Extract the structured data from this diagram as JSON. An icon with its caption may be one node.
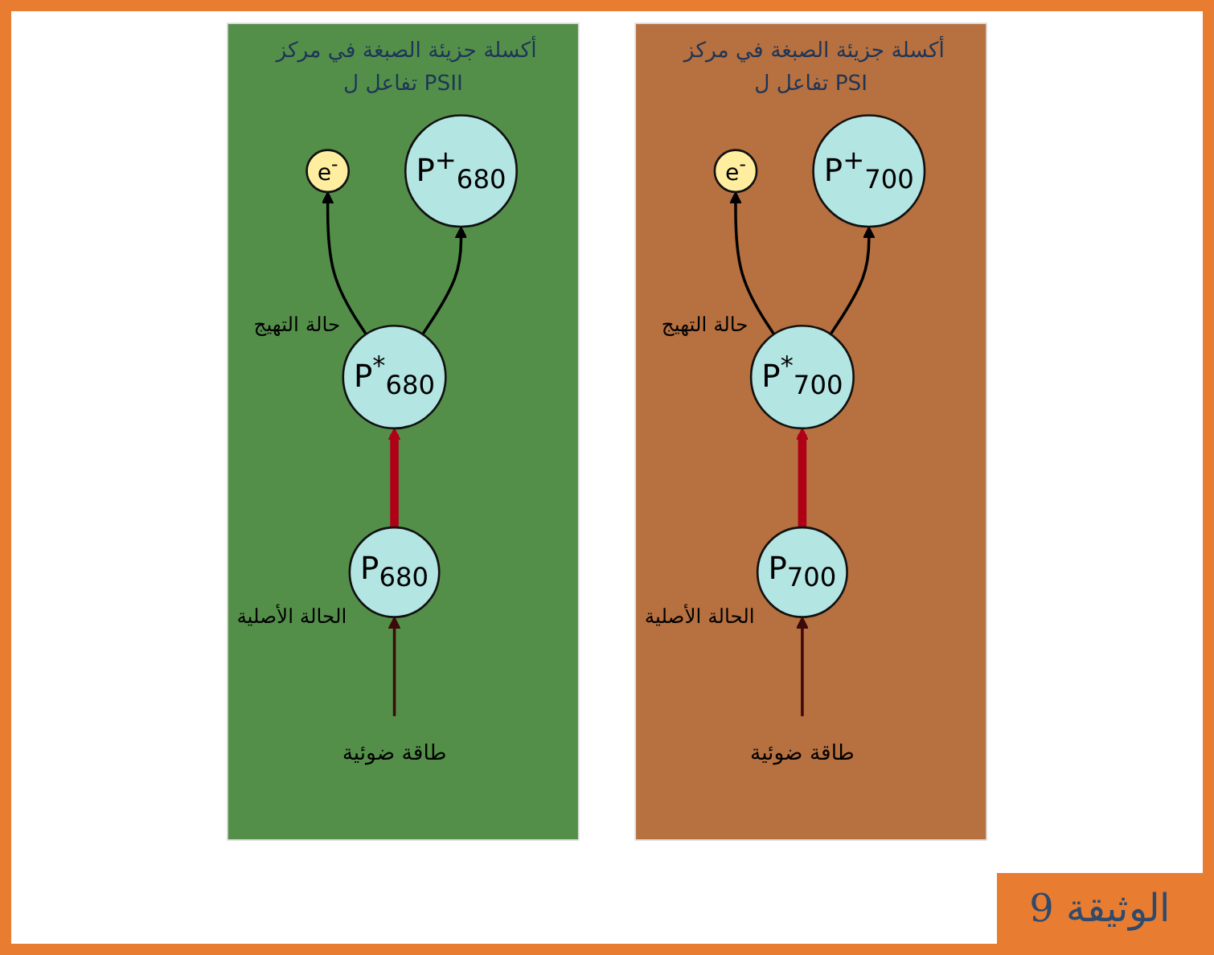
{
  "diagram": {
    "nodes": [
      {
        "text": [
          "أكسلة جزيئة الصبغة في مركز تفاعل ل PSI"
        ]
      },
      {
        "text": [
          "P$^{*}$$_{700}$"
        ],
        "in": 0,
        "beside": [
          "حالة التهيج"
        ]
      },
      {
        "text": [
          "e$^{-}$"
        ],
        "in": 0
      },
      {
        "text": [
          "P$^{+}$$_{700}$"
        ],
        "in": 0
      },
      {
        "text": [
          "طاقة ضوئية"
        ],
        "in": 0
      },
      {
        "text": [
          "P$_{700}$"
        ],
        "in": 0,
        "beside": [
          "الحالة الأصلية"
        ]
      },
      {
        "text": [
          "أكسلة جزيئة الصبغة في مركز تفاعل ل PSII"
        ]
      },
      {
        "text": [
          "P$^{*}$$_{680}$"
        ],
        "in": 6,
        "beside": [
          "حالة التهيج"
        ]
      },
      {
        "text": [
          "e$^{-}$"
        ],
        "in": 6
      },
      {
        "text": [
          "P$^{+}$$_{680}$"
        ],
        "in": 6
      },
      {
        "text": [
          "طاقة ضوئية"
        ],
        "in": 6
      },
      {
        "text": [
          "P$_{680}$"
        ],
        "in": 6,
        "beside": [
          "الحالة الأصلية"
        ]
      }
    ],
    "edges": [
      {
        "from": 5,
        "to": 1,
        "arrow": "to",
        "style": "thick",
        "color": "#b00018"
      },
      {
        "from": 1,
        "to": 2,
        "arrow": "to"
      },
      {
        "from": 1,
        "to": 3,
        "arrow": "to"
      },
      {
        "from": 4,
        "to": 5,
        "arrow": "to",
        "color": "#3d0a0a"
      },
      {
        "from": 11,
        "to": 7,
        "arrow": "to",
        "style": "thick",
        "color": "#b00018"
      },
      {
        "from": 7,
        "to": 8,
        "arrow": "to"
      },
      {
        "from": 7,
        "to": 9,
        "arrow": "to"
      },
      {
        "from": 10,
        "to": 11,
        "arrow": "to",
        "color": "#3d0a0a"
      }
    ],
    "labels": [
      "الوثيقة 9"
    ]
  }
}
